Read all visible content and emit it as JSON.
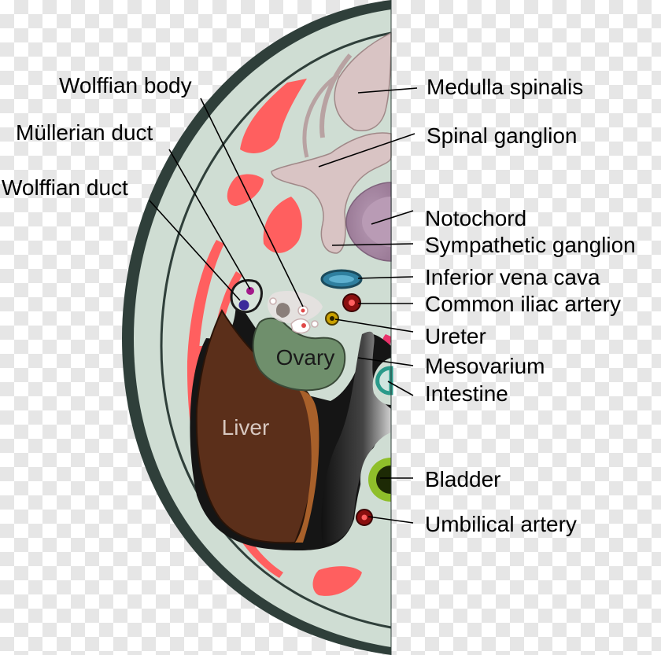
{
  "labels": {
    "wolffian_body": "Wolffian body",
    "mullerian_duct": "Müllerian duct",
    "wolffian_duct": "Wolffian duct",
    "medulla_spinalis": "Medulla spinalis",
    "spinal_ganglion": "Spinal ganglion",
    "notochord": "Notochord",
    "sympathetic_ganglion": "Sympathetic ganglion",
    "inferior_vena_cava": "Inferior vena cava",
    "common_iliac_artery": "Common iliac artery",
    "ureter": "Ureter",
    "mesovarium": "Mesovarium",
    "intestine": "Intestine",
    "bladder": "Bladder",
    "umbilical_artery": "Umbilical artery",
    "ovary": "Ovary",
    "liver": "Liver"
  },
  "colors": {
    "body_wall": "#2f3f3a",
    "tissue": "#cfddd3",
    "tissue_light": "#d8e4db",
    "muscle_red": "#ff5f5f",
    "spinal_cord": "#d9c4c4",
    "notochord": "#a98aa6",
    "liver": "#5b2f1a",
    "ovary": "#6f8f6c",
    "vena_cava": "#2f7f9f",
    "artery": "#8a0f0f",
    "ureter": "#c9a000",
    "wolffian_duct": "#3a2a9a",
    "bladder": "#8fbf2a",
    "intestine": "#2a9a8a"
  }
}
